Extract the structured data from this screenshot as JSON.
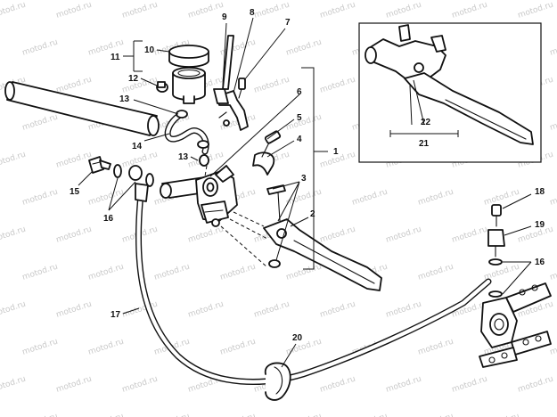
{
  "callouts": {
    "c1": "1",
    "c2": "2",
    "c3": "3",
    "c4": "4",
    "c5": "5",
    "c6": "6",
    "c7": "7",
    "c8": "8",
    "c9": "9",
    "c10": "10",
    "c11": "11",
    "c12": "12",
    "c13a": "13",
    "c13b": "13",
    "c14": "14",
    "c15": "15",
    "c16a": "16",
    "c16b": "16",
    "c17": "17",
    "c18": "18",
    "c19": "19",
    "c20": "20",
    "c21": "21",
    "c22": "22"
  },
  "watermark": "motod.ru",
  "colors": {
    "line": "#111111",
    "background": "#ffffff",
    "watermark": "#9a9a9a"
  }
}
